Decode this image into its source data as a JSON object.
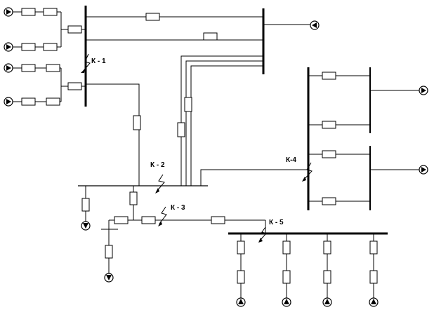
{
  "fault_labels": {
    "k1": "К - 1",
    "k2": "К - 2",
    "k3": "К - 3",
    "k4": "К-4",
    "k5": "К - 5"
  },
  "icons": {
    "source": "circle-arrow-source-icon",
    "fault": "lightning-fault-arrow-icon",
    "impedance": "rectangle-impedance-icon"
  },
  "colors": {
    "line": "#000000",
    "background": "#ffffff"
  }
}
